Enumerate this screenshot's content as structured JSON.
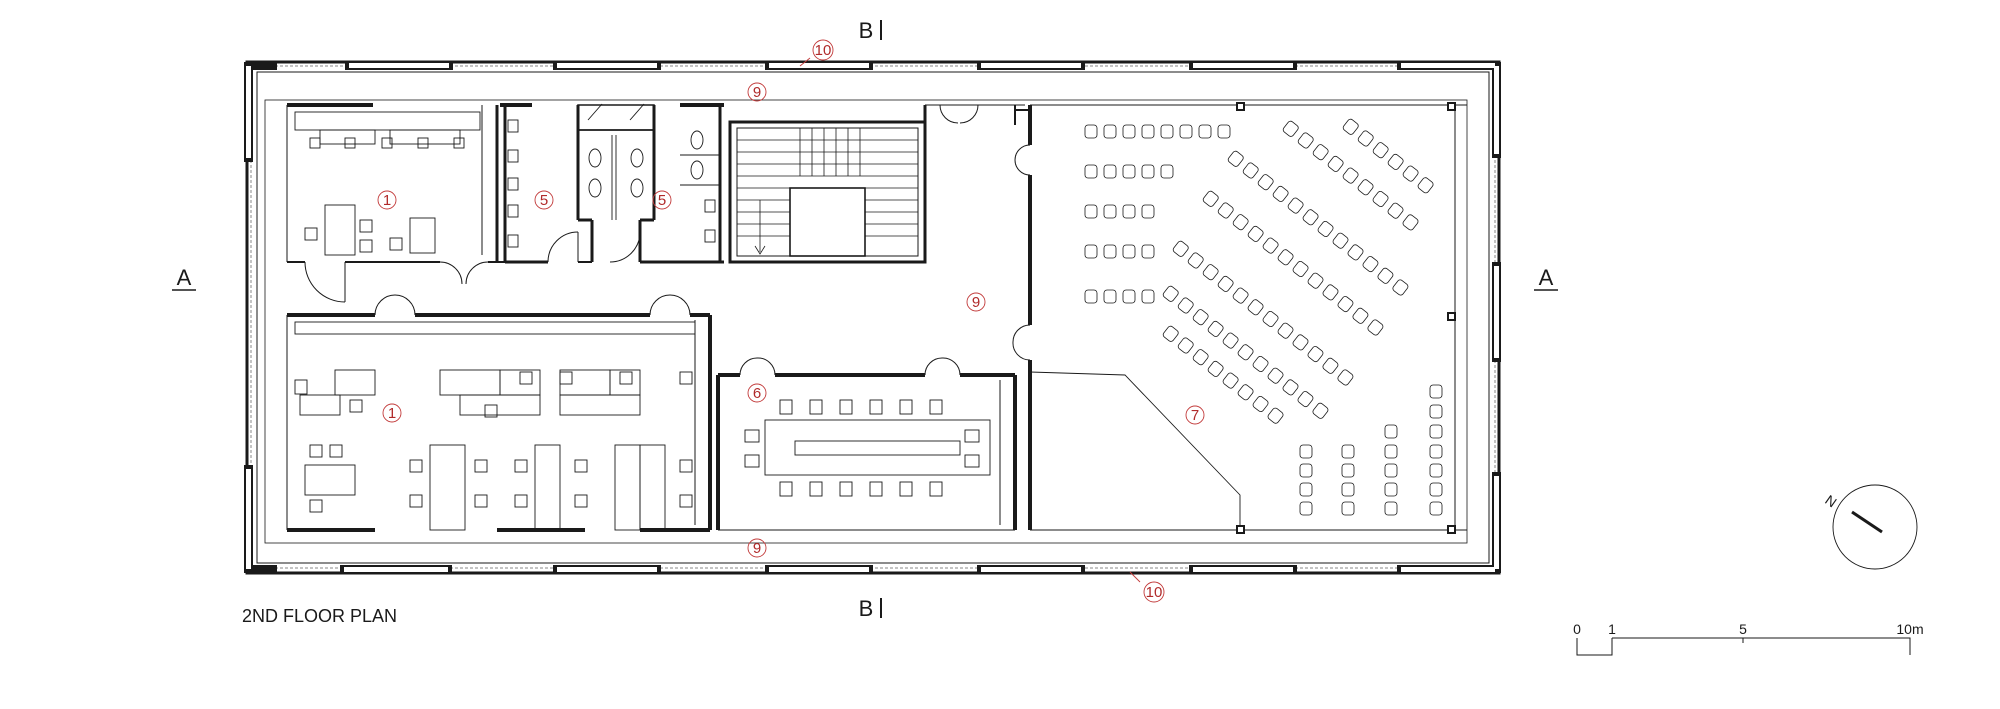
{
  "drawing": {
    "title": "2ND FLOOR PLAN",
    "section_a": "A",
    "section_b": "B",
    "compass_letter": "N"
  },
  "room_numbers": {
    "office_top": "1",
    "office_bottom": "1",
    "wc_left": "5",
    "wc_right": "5",
    "meeting": "6",
    "hall": "7",
    "corridor_top": "9",
    "corridor_mid": "9",
    "corridor_bottom": "9",
    "facade_top": "10",
    "facade_bottom": "10"
  },
  "scale_bar": {
    "label_0": "0",
    "label_1": "1",
    "label_5": "5",
    "label_10": "10m"
  },
  "colors": {
    "line": "#1a1a1a",
    "annotation": "#c23a3a",
    "planting": "#8a8a8a"
  }
}
